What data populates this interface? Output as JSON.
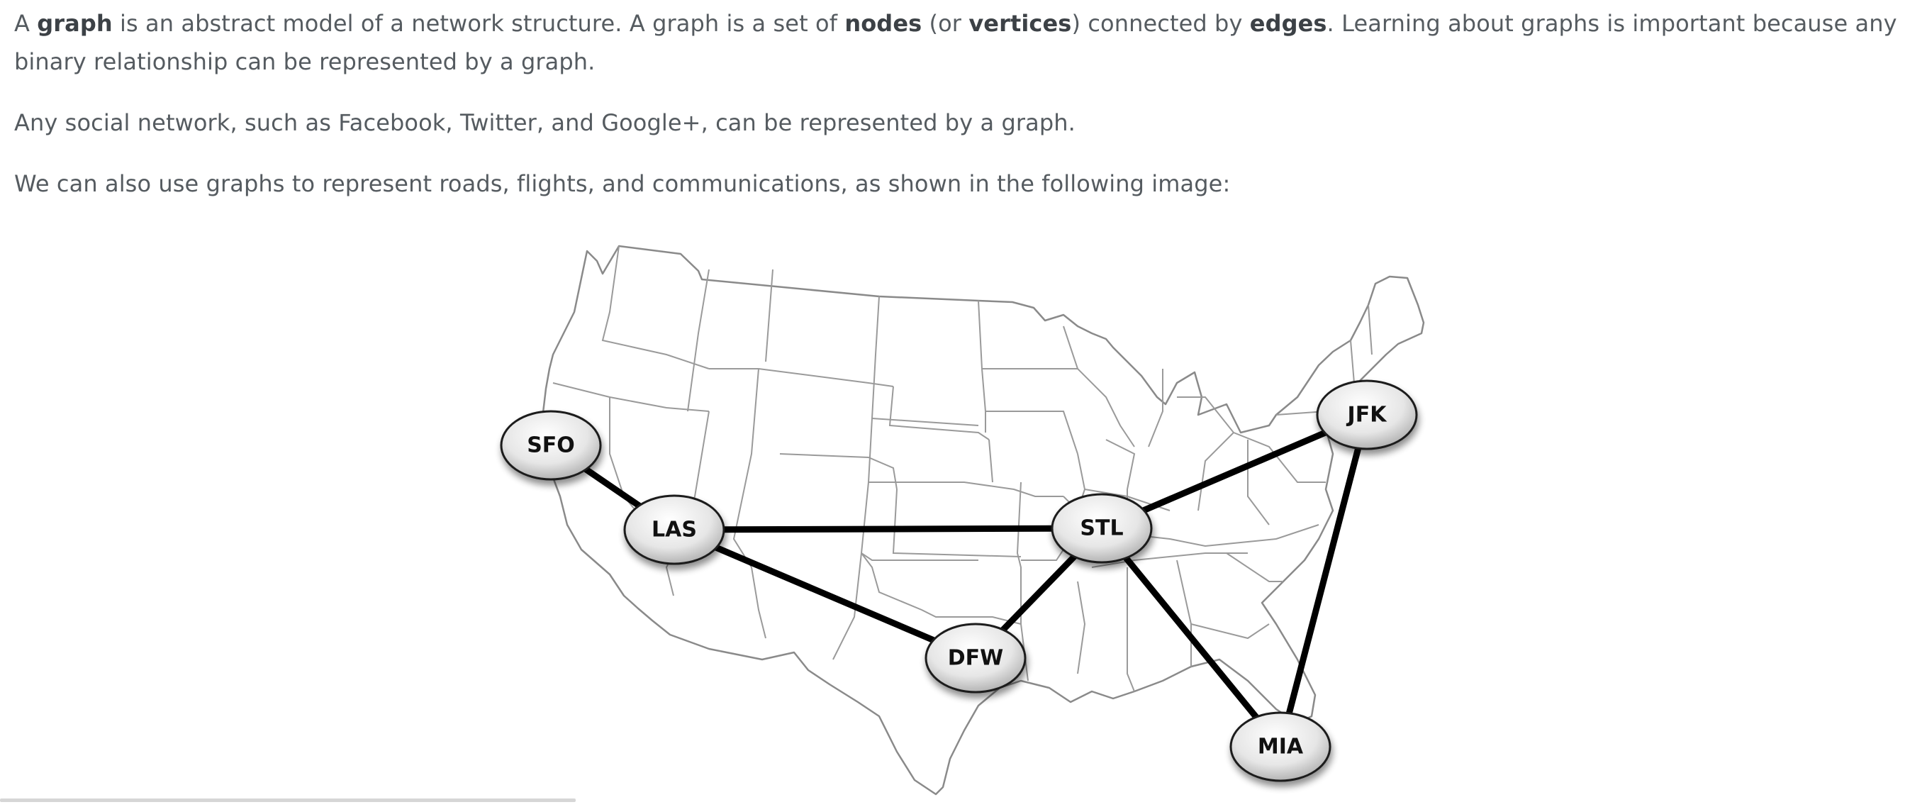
{
  "paragraphs": [
    {
      "runs": [
        {
          "text": "A ",
          "bold": false
        },
        {
          "text": "graph",
          "bold": true
        },
        {
          "text": " is an abstract model of a network structure. A graph is a set of ",
          "bold": false
        },
        {
          "text": "nodes",
          "bold": true
        },
        {
          "text": " (or ",
          "bold": false
        },
        {
          "text": "vertices",
          "bold": true
        },
        {
          "text": ") connected by ",
          "bold": false
        },
        {
          "text": "edges",
          "bold": true
        },
        {
          "text": ". Learning about graphs is important because any binary relationship can be represented by a graph.",
          "bold": false
        }
      ]
    },
    {
      "runs": [
        {
          "text": "Any social network, such as Facebook, Twitter, and Google+, can be represented by a graph.",
          "bold": false
        }
      ]
    },
    {
      "runs": [
        {
          "text": "We can also use graphs to represent roads, flights, and communications, as shown in the following image:",
          "bold": false
        }
      ]
    }
  ],
  "figure": {
    "nodes": [
      "SFO",
      "LAS",
      "STL",
      "JFK",
      "DFW",
      "MIA"
    ],
    "edges": [
      [
        "SFO",
        "LAS"
      ],
      [
        "LAS",
        "STL"
      ],
      [
        "LAS",
        "DFW"
      ],
      [
        "STL",
        "JFK"
      ],
      [
        "STL",
        "DFW"
      ],
      [
        "STL",
        "MIA"
      ],
      [
        "JFK",
        "MIA"
      ]
    ]
  }
}
